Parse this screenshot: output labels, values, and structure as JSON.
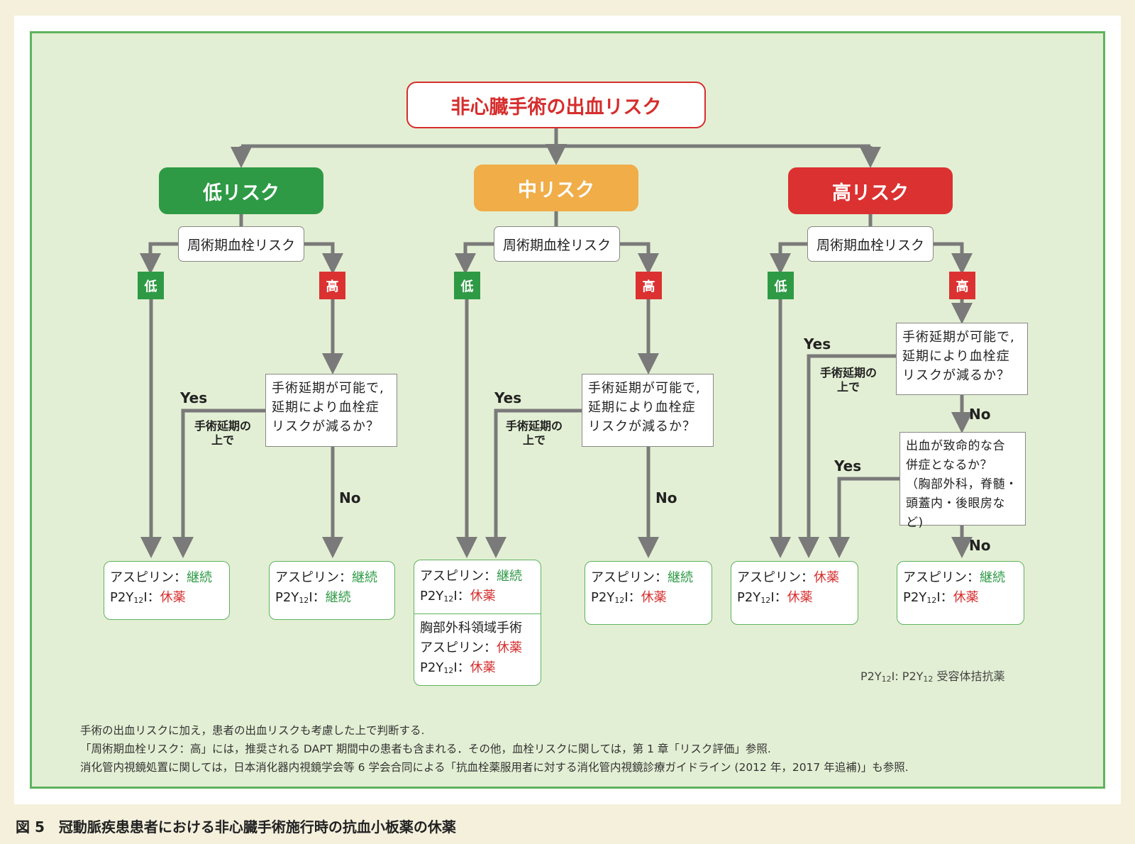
{
  "title": "非心臓手術の出血リスク",
  "risk_levels": {
    "low": "低リスク",
    "mid": "中リスク",
    "high": "高リスク"
  },
  "perioperative_label": "周術期血栓リスク",
  "tag_low": "低",
  "tag_high": "高",
  "question_delay": [
    "手術延期が可能で,",
    "延期により血栓症",
    "リスクが減るか？"
  ],
  "question_bleed": [
    "出血が致命的な合",
    "併症となるか？",
    "（胸部外科，脊髄・",
    "頭蓋内・後眼房など)"
  ],
  "yes": "Yes",
  "no": "No",
  "after_delay": [
    "手術延期の",
    "上で"
  ],
  "drug": {
    "aspirin": "アスピリン：",
    "p2y": "P2Y",
    "p2y_sub": "12",
    "p2y_tail": "I："
  },
  "status": {
    "continue": "継続",
    "stop": "休薬"
  },
  "thoracic": "胸部外科領域手術",
  "legend": {
    "pre": "P2Y",
    "sub1": "12",
    "mid": "I: P2Y",
    "sub2": "12",
    "post": " 受容体拮抗薬"
  },
  "notes": [
    "手術の出血リスクに加え，患者の出血リスクも考慮した上で判断する.",
    "「周術期血栓リスク：高」には，推奨される DAPT 期間中の患者も含まれる．その他，血栓リスクに関しては，第 1 章「リスク評価」参照.",
    "消化管内視鏡処置に関しては，日本消化器内視鏡学会等 6 学会合同による「抗血栓薬服用者に対する消化管内視鏡診療ガイドライン (2012 年，2017 年追補)」も参照."
  ],
  "caption": "図 5　冠動脈疾患患者における非心臓手術施行時の抗血小板薬の休薬",
  "colors": {
    "frame": "#5eb35e",
    "low": "#2e9a45",
    "mid": "#f0ad48",
    "high": "#db3131",
    "line": "#7a7a7a"
  }
}
